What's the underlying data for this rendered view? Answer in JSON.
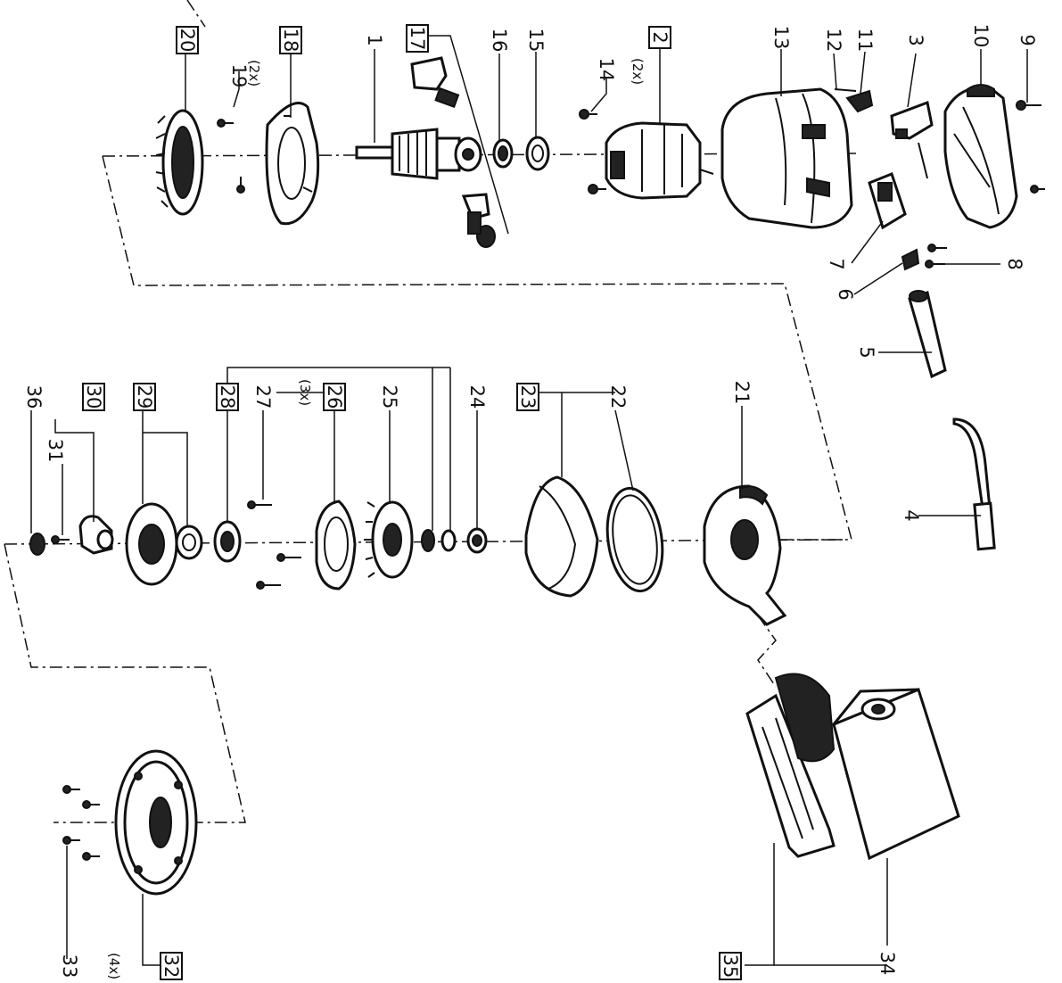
{
  "labels": {
    "p1": "1",
    "p2": "2",
    "p3": "3",
    "p4": "4",
    "p5": "5",
    "p6": "6",
    "p7": "7",
    "p8": "8",
    "p9": "9",
    "p10": "10",
    "p11": "11",
    "p12": "12",
    "p13": "13",
    "p14": "14",
    "p15": "15",
    "p16": "16",
    "p17": "17",
    "p18": "18",
    "p19": "19",
    "p20": "20",
    "p21": "21",
    "p22": "22",
    "p23": "23",
    "p24": "24",
    "p25": "25",
    "p26": "26",
    "p27": "27",
    "p28": "28",
    "p29": "29",
    "p30": "30",
    "p31": "31",
    "p32": "32",
    "p33": "33",
    "p34": "34",
    "p35": "35",
    "p36": "36"
  },
  "quantities": {
    "q2": "(2x)",
    "q18": "(2x)",
    "q26": "(3x)",
    "q32": "(4x)"
  }
}
